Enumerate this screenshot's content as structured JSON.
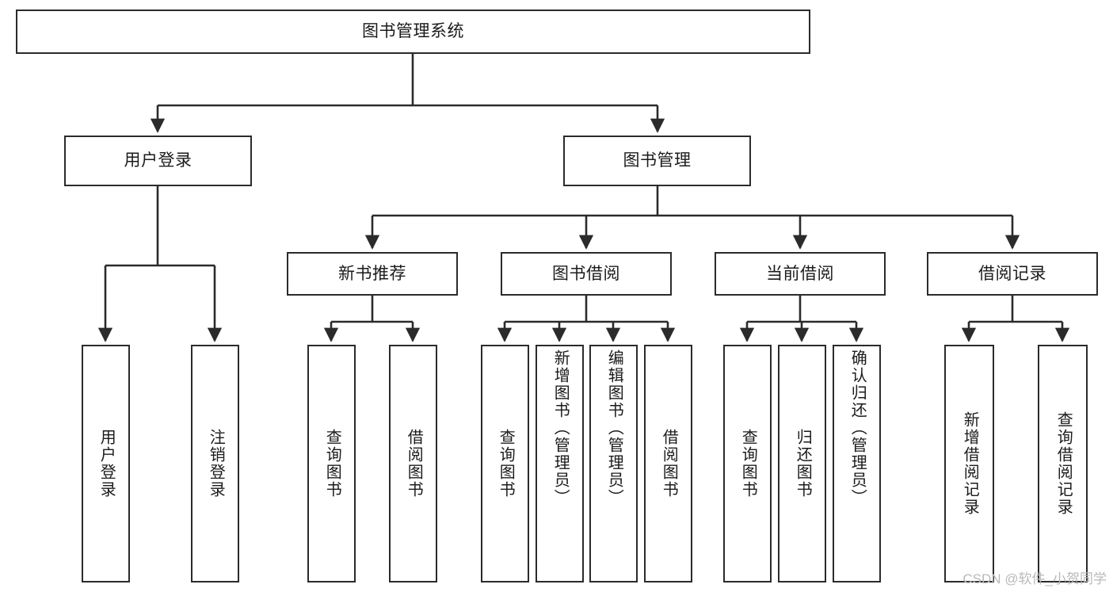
{
  "diagram": {
    "title": "图书管理系统",
    "type": "hierarchy-tree",
    "orientation": "top-down",
    "colors": {
      "background": "#ffffff",
      "stroke": "#2b2b2b",
      "text": "#1b1b1b",
      "watermark": "#b9b9b9"
    },
    "root": {
      "label": "图书管理系统"
    },
    "level2": [
      {
        "label": "用户登录"
      },
      {
        "label": "图书管理"
      }
    ],
    "level3": [
      {
        "label": "新书推荐"
      },
      {
        "label": "图书借阅"
      },
      {
        "label": "当前借阅"
      },
      {
        "label": "借阅记录"
      }
    ],
    "leaves": {
      "user_login": [
        {
          "label": "用户登录"
        },
        {
          "label": "注销登录"
        }
      ],
      "new_book_recommend": [
        {
          "label": "查询图书"
        },
        {
          "label": "借阅图书"
        }
      ],
      "book_borrow": [
        {
          "label": "查询图书"
        },
        {
          "label": "新增图书（管理员）"
        },
        {
          "label": "编辑图书（管理员）"
        },
        {
          "label": "借阅图书"
        }
      ],
      "current_borrow": [
        {
          "label": "查询图书"
        },
        {
          "label": "归还图书"
        },
        {
          "label": "确认归还（管理员）"
        }
      ],
      "borrow_record": [
        {
          "label": "新增借阅记录"
        },
        {
          "label": "查询借阅记录"
        }
      ]
    }
  },
  "watermark": {
    "text": "CSDN @软件_小贺同学"
  }
}
